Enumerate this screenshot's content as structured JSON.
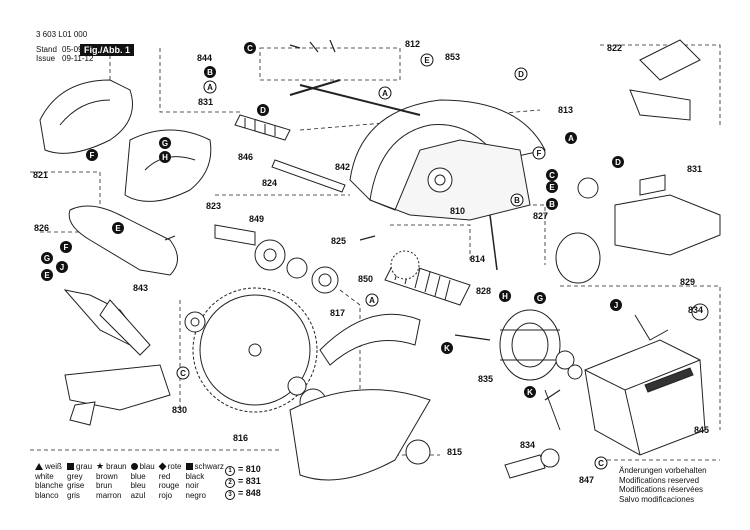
{
  "header": {
    "doc_number": "3 603 L01 000",
    "stand_label": "Stand",
    "stand_value": "05-09",
    "issue_label": "Issue",
    "issue_value": "09-11-12",
    "figure_label": "Fig./Abb. 1"
  },
  "part_numbers": [
    "844",
    "812",
    "853",
    "822",
    "831",
    "813",
    "846",
    "842",
    "824",
    "823",
    "849",
    "810",
    "827",
    "826",
    "825",
    "814",
    "850",
    "843",
    "828",
    "829",
    "834",
    "817",
    "835",
    "816",
    "830",
    "815",
    "845",
    "834",
    "847"
  ],
  "connector_letters": [
    "A",
    "B",
    "C",
    "D",
    "E",
    "F",
    "G",
    "H",
    "J",
    "K"
  ],
  "legend": {
    "rows": [
      [
        {
          "symbol": "triangle",
          "de": "weiß",
          "en": "white",
          "fr": "blanche",
          "es": "blanco"
        },
        {
          "symbol": "square",
          "de": "grau",
          "en": "grey",
          "fr": "grise",
          "es": "gris"
        },
        {
          "symbol": "star",
          "de": "braun",
          "en": "brown",
          "fr": "brun",
          "es": "marron"
        },
        {
          "symbol": "dot",
          "de": "blau",
          "en": "blue",
          "fr": "bleu",
          "es": "azul"
        },
        {
          "symbol": "diamond",
          "de": "rote",
          "en": "red",
          "fr": "rouge",
          "es": "rojo"
        },
        {
          "symbol": "square",
          "de": "schwarz",
          "en": "black",
          "fr": "noir",
          "es": "negro"
        }
      ]
    ]
  },
  "references": [
    {
      "circle": "1",
      "value": "= 810"
    },
    {
      "circle": "2",
      "value": "= 831"
    },
    {
      "circle": "3",
      "value": "= 848"
    }
  ],
  "notes": [
    "Änderungen vorbehalten",
    "Modifications reserved",
    "Modifications réservées",
    "Salvo modificaciones"
  ]
}
